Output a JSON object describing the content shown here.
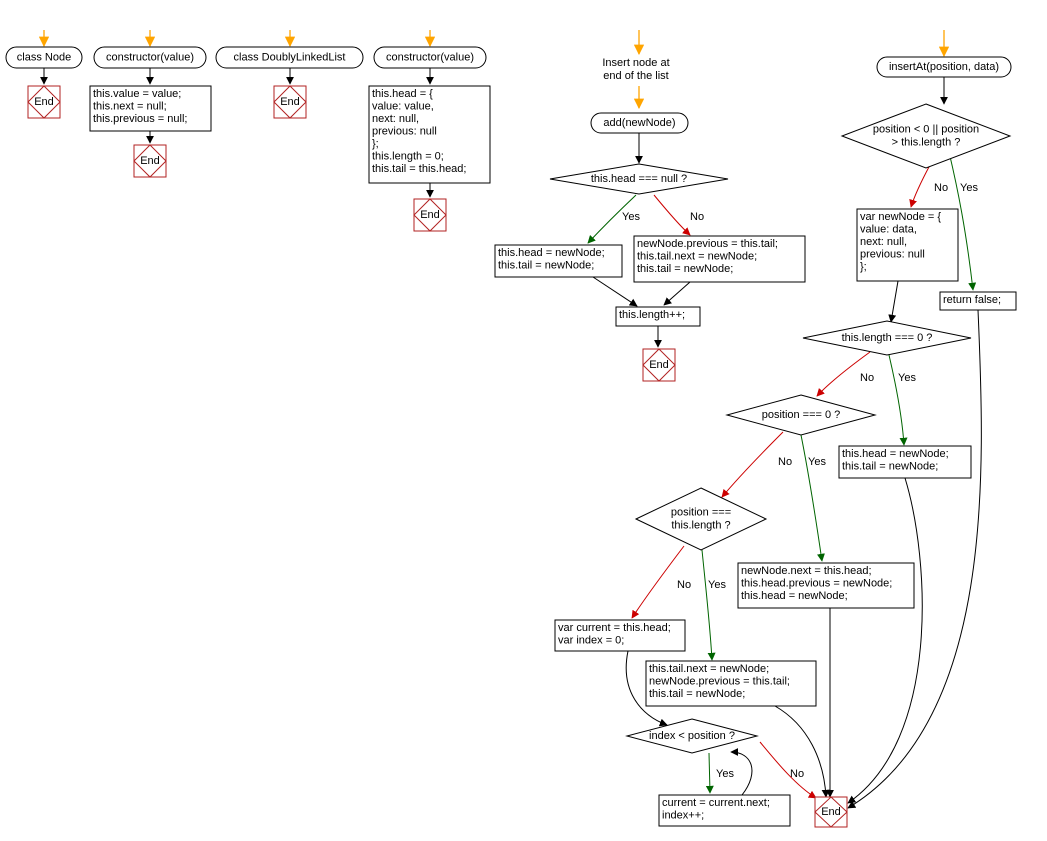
{
  "colors": {
    "start_arrow": "#ffa500",
    "edge_default": "#000000",
    "edge_yes": "#006400",
    "edge_no": "#cc0000",
    "end_border": "#b22222",
    "comment_text": "#2e8b57"
  },
  "icons": {
    "start": "orange-down-arrow-icon",
    "end": "diamond-in-square-end-icon"
  },
  "labels": {
    "end": "End",
    "yes": "Yes",
    "no": "No"
  },
  "nodes": {
    "class_node": "class Node",
    "ctor_node": "constructor(value)",
    "ctor_node_body": [
      "this.value = value;",
      "this.next = null;",
      "this.previous = null;"
    ],
    "class_dll": "class DoublyLinkedList",
    "ctor_dll": "constructor(value)",
    "ctor_dll_body": [
      "this.head = {",
      " value: value,",
      " next: null,",
      " previous: null",
      "};",
      "this.length = 0;",
      "this.tail = this.head;"
    ],
    "add_comment": [
      "Insert node at",
      "end of the list"
    ],
    "add_fn": "add(newNode)",
    "add_cond": "this.head === null ?",
    "add_yes_body": [
      "this.head = newNode;",
      "this.tail = newNode;"
    ],
    "add_no_body": [
      "newNode.previous = this.tail;",
      "this.tail.next = newNode;",
      "this.tail = newNode;"
    ],
    "add_len": "this.length++;",
    "ins_fn": "insertAt(position, data)",
    "ins_cond1": [
      "position < 0 || position",
      "> this.length ?"
    ],
    "ins_newnode": [
      "var newNode = {",
      " value: data,",
      " next: null,",
      " previous: null",
      "};"
    ],
    "ins_return": "return false;",
    "ins_cond_len": "this.length === 0 ?",
    "ins_len_yes": [
      "this.head = newNode;",
      "this.tail = newNode;"
    ],
    "ins_cond_pos0": "position === 0 ?",
    "ins_pos0_yes": [
      "newNode.next = this.head;",
      "this.head.previous = newNode;",
      "this.head = newNode;"
    ],
    "ins_cond_poslen": [
      "position ===",
      "this.length ?"
    ],
    "ins_poslen_yes": [
      "this.tail.next = newNode;",
      "newNode.previous = this.tail;",
      "this.tail = newNode;"
    ],
    "ins_current": [
      "var current = this.head;",
      "var index = 0;"
    ],
    "ins_cond_loop": "index < position ?",
    "ins_loop_body": [
      "current = current.next;",
      "index++;"
    ]
  }
}
